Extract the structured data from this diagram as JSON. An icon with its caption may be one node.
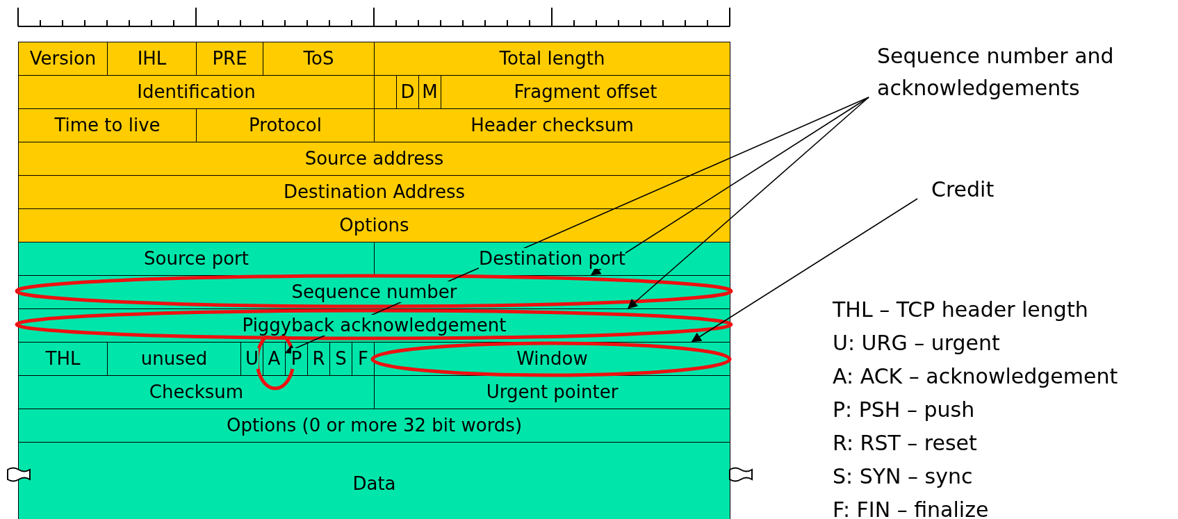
{
  "diagram": {
    "nodes": [
      {
        "text": [
          "Version"
        ]
      },
      {
        "text": [
          "IHL"
        ]
      },
      {
        "text": [
          "PRE"
        ]
      },
      {
        "text": [
          "ToS"
        ]
      },
      {
        "text": [
          "Total length"
        ]
      },
      {
        "text": [
          "Identification"
        ]
      },
      {
        "text": [],
        "shape": "box"
      },
      {
        "text": [
          "D"
        ]
      },
      {
        "text": [
          "M"
        ]
      },
      {
        "text": [
          "Fragment offset"
        ]
      },
      {
        "text": [
          "Time to live"
        ]
      },
      {
        "text": [
          "Protocol"
        ]
      },
      {
        "text": [
          "Header checksum"
        ]
      },
      {
        "text": [
          "Source address"
        ]
      },
      {
        "text": [
          "Destination Address"
        ]
      },
      {
        "text": [
          "Options"
        ]
      },
      {
        "text": [
          "Source port"
        ]
      },
      {
        "text": [
          "Destination port"
        ]
      },
      {
        "text": [
          "Sequence number"
        ]
      },
      {
        "text": [
          "Piggyback acknowledgement"
        ]
      },
      {
        "text": [
          "THL"
        ]
      },
      {
        "text": [
          "unused"
        ]
      },
      {
        "text": [
          "U"
        ]
      },
      {
        "text": [
          "A"
        ]
      },
      {
        "text": [
          "P"
        ]
      },
      {
        "text": [
          "R"
        ]
      },
      {
        "text": [
          "S"
        ]
      },
      {
        "text": [
          "F"
        ]
      },
      {
        "text": [
          "Window"
        ]
      },
      {
        "text": [
          "Checksum"
        ]
      },
      {
        "text": [
          "Urgent pointer"
        ]
      },
      {
        "text": [
          "Options (0 or more 32 bit words)"
        ]
      },
      {
        "text": [
          "Data"
        ]
      },
      {
        "text": [
          "Sequence number and acknowledgements"
        ]
      },
      {
        "text": [
          "Credit"
        ]
      }
    ],
    "edges": [
      {
        "from": 33,
        "to": 18,
        "arrow": "to"
      },
      {
        "from": 33,
        "to": 19,
        "arrow": "to"
      },
      {
        "from": 33,
        "to": 23,
        "arrow": "to"
      },
      {
        "from": 34,
        "to": 28,
        "arrow": "to"
      }
    ],
    "labels": [
      "THL – TCP header length",
      "U: URG – urgent",
      "A: ACK – acknowledgement",
      "P: PSH – push",
      "R: RST – reset",
      "S: SYN – sync",
      "F: FIN – finalize"
    ]
  }
}
